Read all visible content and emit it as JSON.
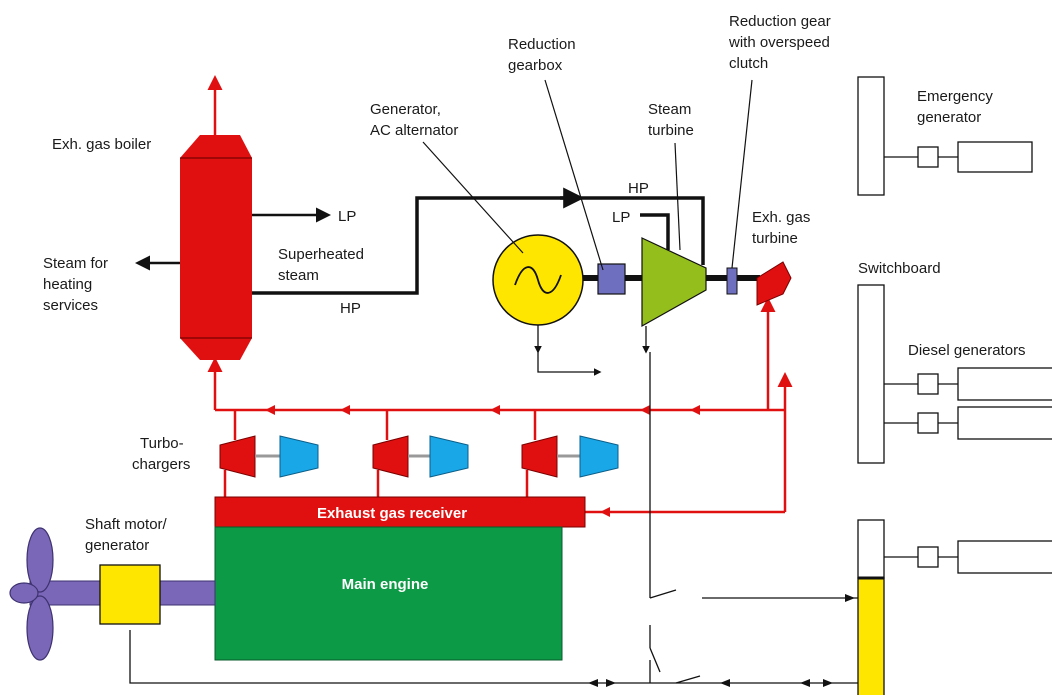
{
  "labels": {
    "exh_gas_boiler": "Exh. gas boiler",
    "steam_heating": [
      "Steam for",
      "heating",
      "services"
    ],
    "lp_out": "LP",
    "superheated_steam": [
      "Superheated",
      "steam"
    ],
    "hp_out": "HP",
    "generator": [
      "Generator,",
      "AC alternator"
    ],
    "reduction_gearbox": [
      "Reduction",
      "gearbox"
    ],
    "steam_turbine": [
      "Steam",
      "turbine"
    ],
    "reduction_gear_clutch": [
      "Reduction gear",
      "with overspeed",
      "clutch"
    ],
    "hp_in": "HP",
    "lp_in": "LP",
    "exh_gas_turbine": [
      "Exh. gas",
      "turbine"
    ],
    "emergency_generator": [
      "Emergency",
      "generator"
    ],
    "switchboard": "Switchboard",
    "diesel_generators": "Diesel generators",
    "turbochargers": [
      "Turbo-",
      "chargers"
    ],
    "exhaust_gas_receiver": "Exhaust gas receiver",
    "main_engine": "Main engine",
    "shaft_motor_generator": [
      "Shaft motor/",
      "generator"
    ]
  },
  "colors": {
    "exhaust_red": "#e01010",
    "engine_green": "#0c9a46",
    "turbine_green": "#94be1c",
    "generator_yellow": "#ffe600",
    "gearbox_purple": "#6f6fbf",
    "compressor_blue": "#19a7e8",
    "shaft_purple": "#7a67b8",
    "line_black": "#111111"
  }
}
